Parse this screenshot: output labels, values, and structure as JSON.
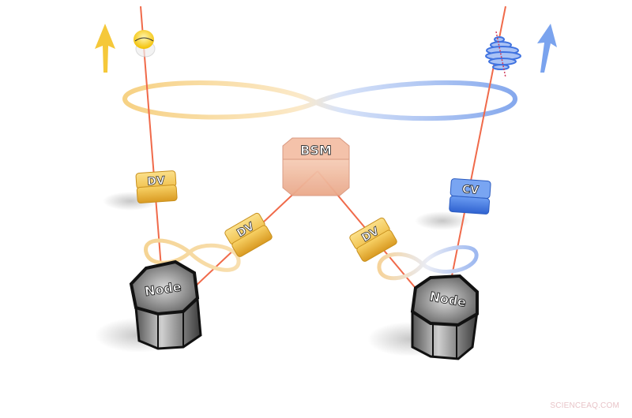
{
  "diagram": {
    "description": "Hybrid quantum network: two Nodes linked via DV/CV modules to a central BSM",
    "colors": {
      "laser": "#f06a4a",
      "dv_gold": "#f2c24e",
      "cv_blue": "#4f86e8",
      "bsm_peach": "#f0b9a0",
      "node_dark": "#2a2a2a",
      "entangle_yellow": "#f7d58a",
      "entangle_blue": "#8fb0f0"
    },
    "central": {
      "label": "BSM"
    },
    "left_top_module": {
      "label": "DV"
    },
    "left_inner_module": {
      "label": "DV"
    },
    "right_inner_module": {
      "label": "DV"
    },
    "right_top_module": {
      "label": "CV"
    },
    "left_node": {
      "label": "Node"
    },
    "right_node": {
      "label": "Node"
    },
    "left_output": {
      "icon": "single-photon-icon",
      "arrow": "up-arrow-yellow"
    },
    "right_output": {
      "icon": "wave-packet-icon",
      "arrow": "up-arrow-blue"
    }
  },
  "watermark": "SCIENCEAQ.COM"
}
